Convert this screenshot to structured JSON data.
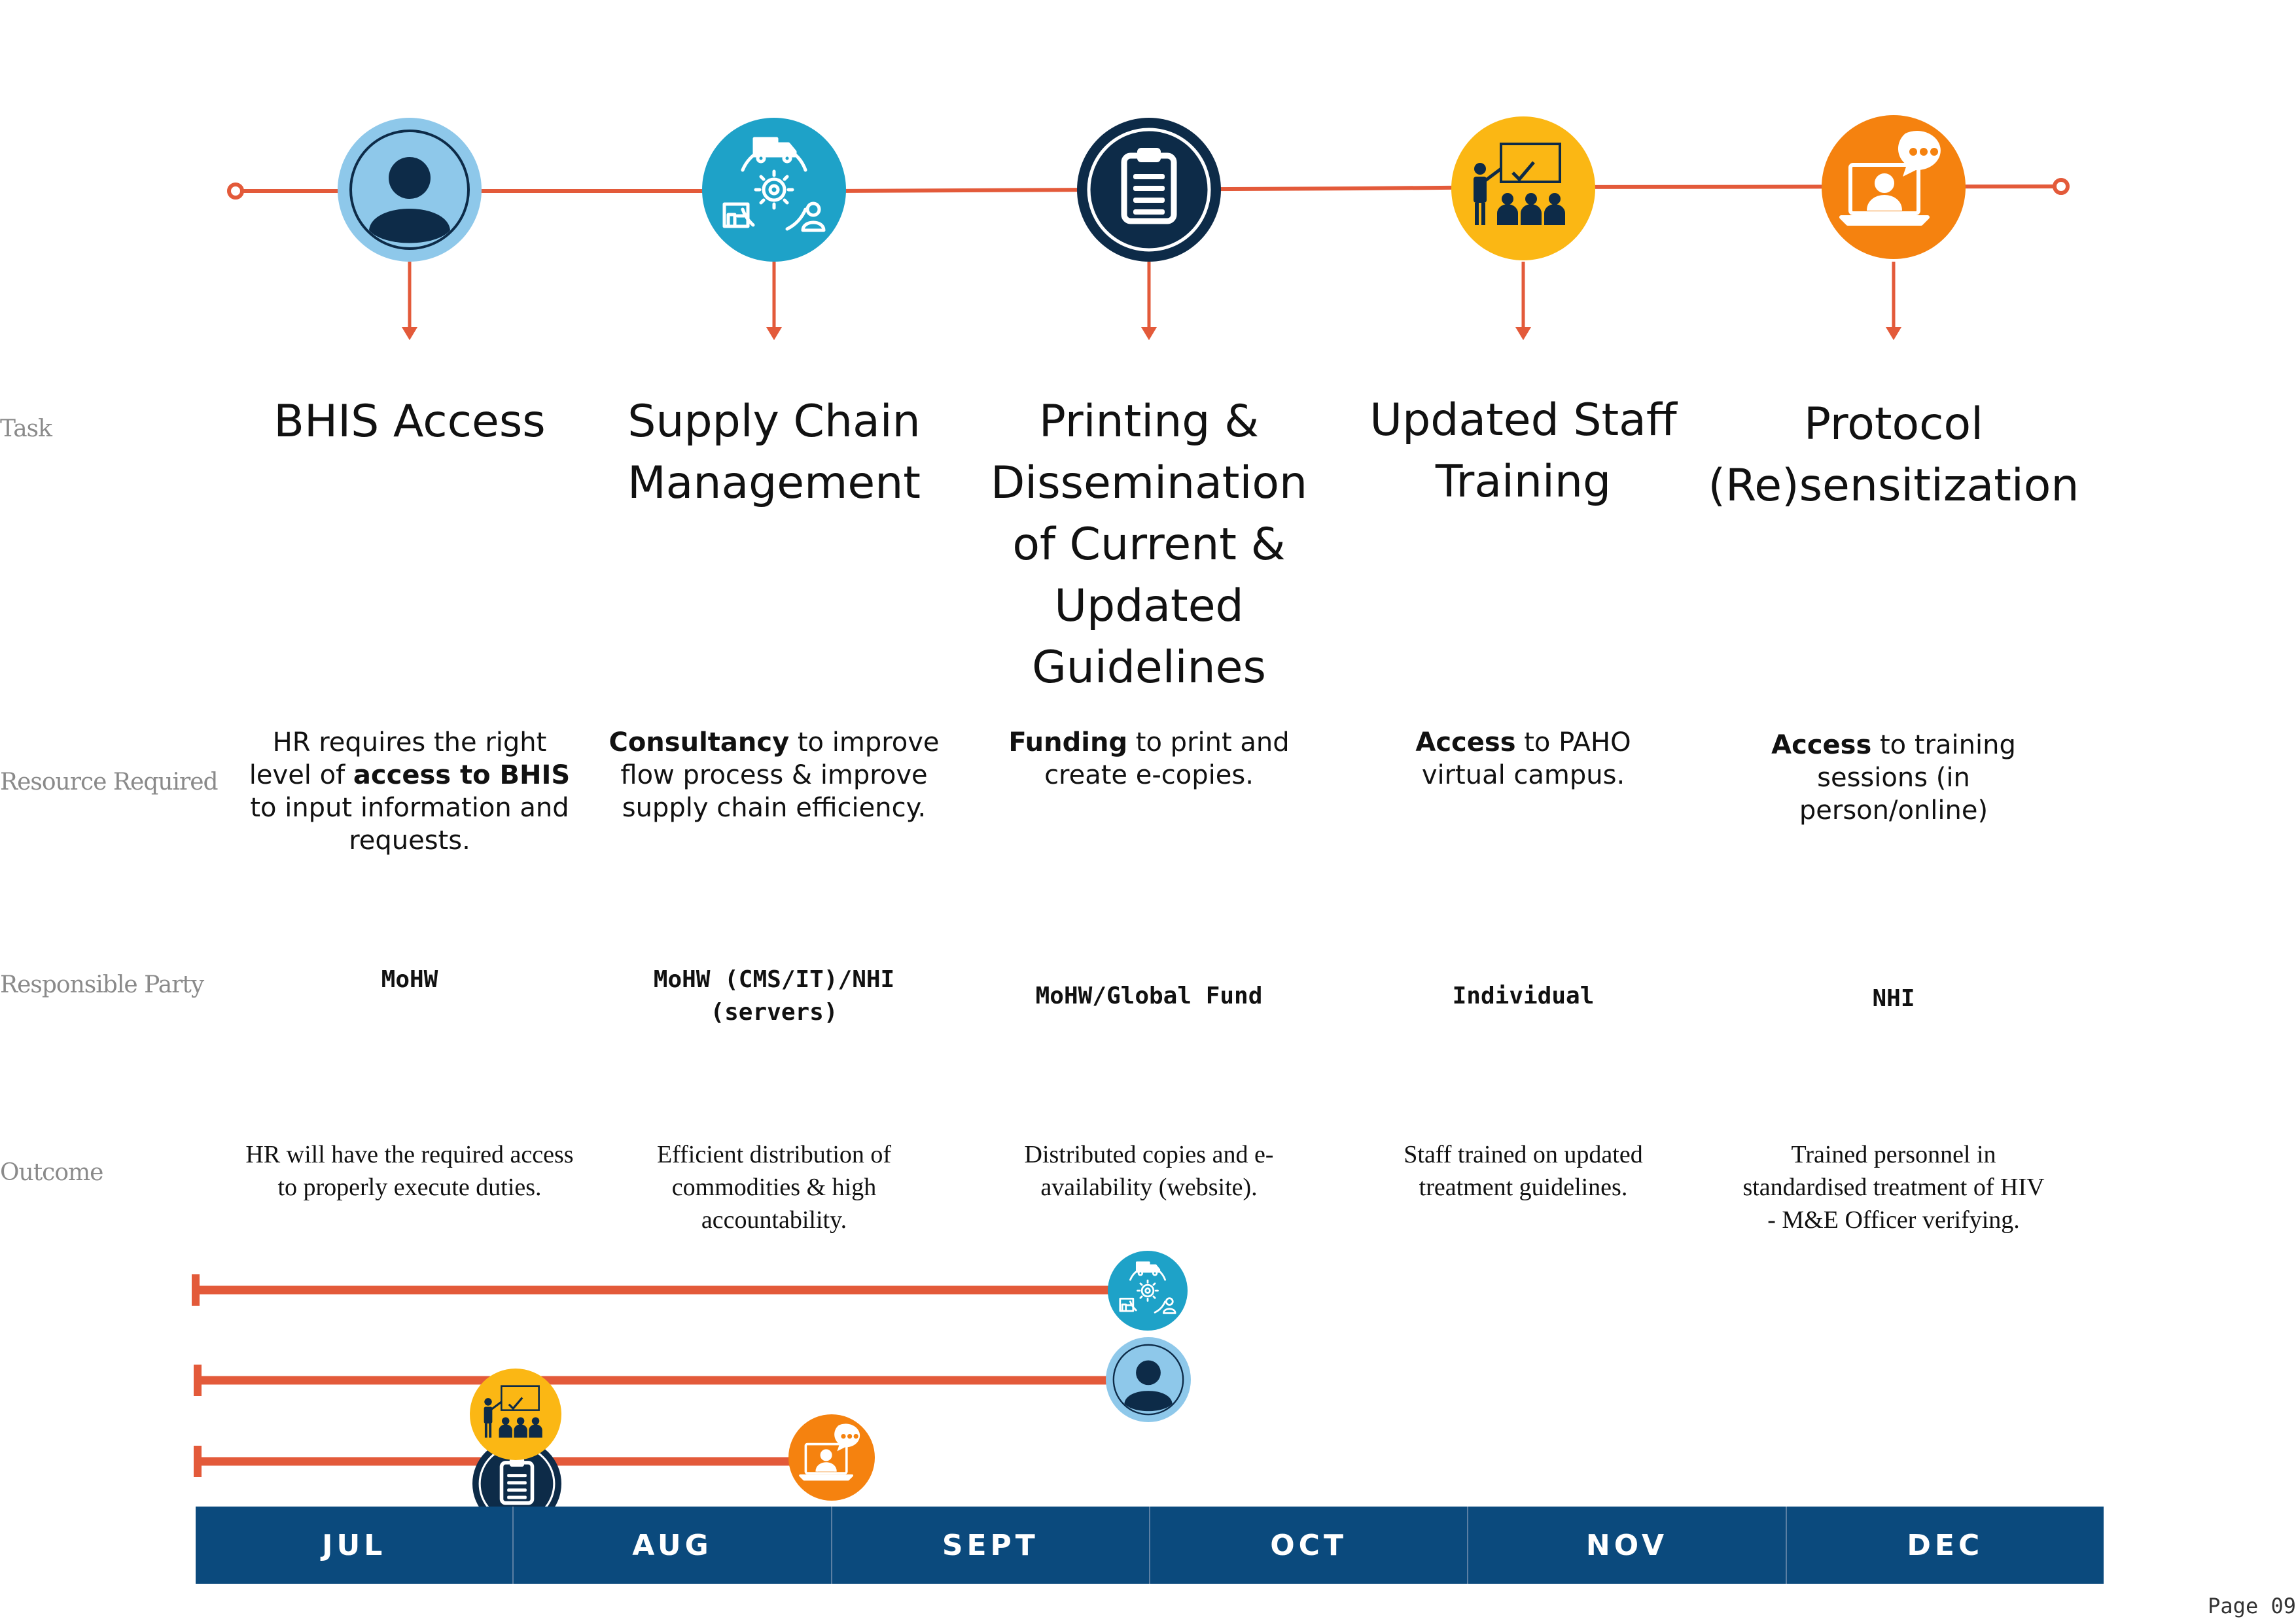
{
  "row_labels": {
    "task": "Task",
    "resource": "Resource Required",
    "party": "Responsible Party",
    "outcome": "Outcome"
  },
  "colors": {
    "line": "#e35a3a",
    "light_blue": "#8ec8ea",
    "teal": "#1ea2c8",
    "navy": "#0d2b48",
    "yellow": "#fbb714",
    "orange": "#f5820f",
    "month_bar": "#0b4a7d"
  },
  "columns": [
    {
      "icon": "person-icon",
      "title": [
        "BHIS Access"
      ],
      "resource": {
        "before": "HR requires the right level of ",
        "bold": "access to BHIS",
        "after": " to input information and requests."
      },
      "party": "MoHW",
      "outcome": "HR will have the required access to properly execute duties."
    },
    {
      "icon": "supply-chain-icon",
      "title": [
        "Supply Chain",
        "Management"
      ],
      "resource": {
        "before": "",
        "bold": "Consultancy",
        "after": " to improve flow process & improve supply chain efficiency."
      },
      "party": "MoHW (CMS/IT)/NHI (servers)",
      "outcome": "Efficient distribution of commodities & high accountability."
    },
    {
      "icon": "clipboard-icon",
      "title": [
        "Printing &",
        "Dissemination",
        "of Current &",
        "Updated",
        "Guidelines"
      ],
      "resource": {
        "before": "",
        "bold": "Funding",
        "after": " to print and create e-copies."
      },
      "party": "MoHW/Global Fund",
      "outcome": "Distributed copies and e-availability (website)."
    },
    {
      "icon": "training-icon",
      "title": [
        "Updated Staff",
        "Training"
      ],
      "resource": {
        "before": "",
        "bold": "Access",
        "after": " to PAHO virtual campus."
      },
      "party": "Individual",
      "outcome": "Staff trained on updated treatment guidelines."
    },
    {
      "icon": "online-session-icon",
      "title": [
        "Protocol",
        "(Re)sensitization"
      ],
      "resource": {
        "before": "",
        "bold": "Access",
        "after": " to training sessions (in person/online)"
      },
      "party": "NHI",
      "outcome": "Trained personnel in standardised treatment of HIV - M&E Officer verifying."
    }
  ],
  "months": [
    "JUL",
    "AUG",
    "SEPT",
    "OCT",
    "NOV",
    "DEC"
  ],
  "page_number": "Page 09"
}
